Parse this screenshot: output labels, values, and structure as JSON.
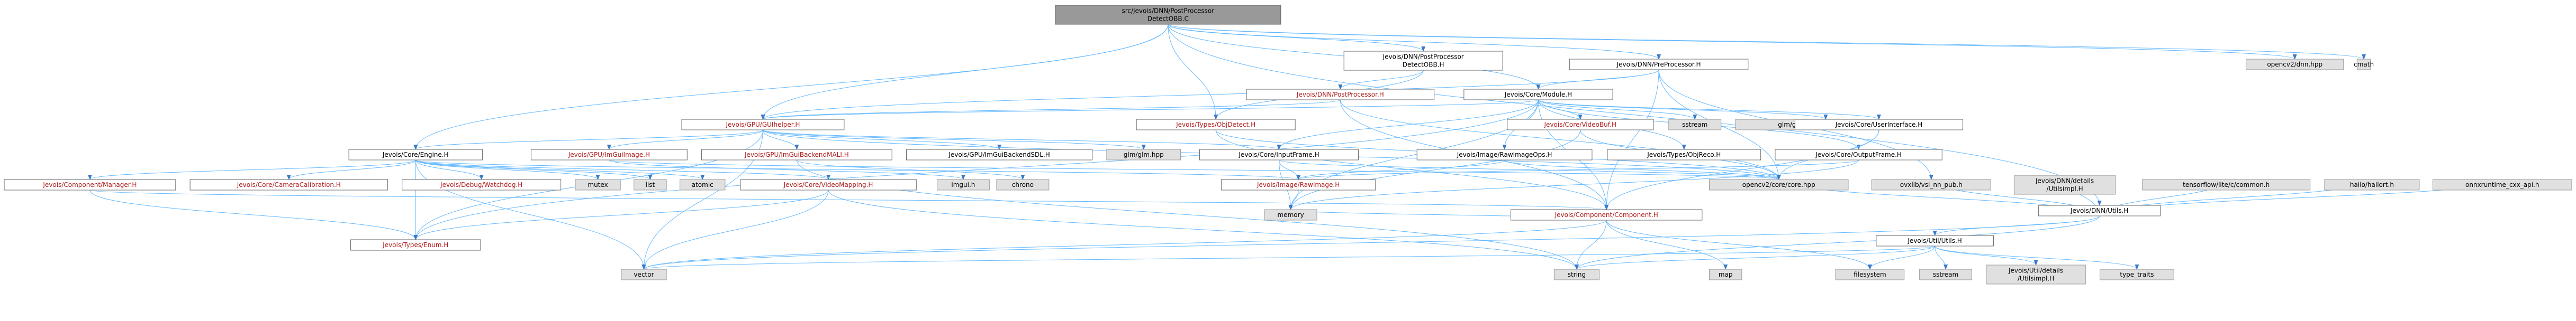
{
  "palette": {
    "root_fill": "#999999",
    "node_fill": "#ffffff",
    "external_fill": "#e0e0e0",
    "border": "#666666",
    "external_border": "#999999",
    "text": "#000000",
    "red_text": "#b31e1e",
    "edge": "#63b8ff",
    "arrow": "#3979c7"
  },
  "nodes": [
    {
      "id": "root",
      "label": [
        "src/Jevois/DNN/PostProcessor",
        "DetectOBB.C"
      ],
      "kind": "root"
    },
    {
      "id": "pp_obb_h",
      "label": [
        "Jevois/DNN/PostProcessor",
        "DetectOBB.H"
      ],
      "kind": "internal"
    },
    {
      "id": "preproc",
      "label": [
        "Jevois/DNN/PreProcessor.H"
      ],
      "kind": "internal"
    },
    {
      "id": "opencv_dnn",
      "label": [
        "opencv2/dnn.hpp"
      ],
      "kind": "external"
    },
    {
      "id": "cmath",
      "label": [
        "cmath"
      ],
      "kind": "external"
    },
    {
      "id": "postproc",
      "label": [
        "Jevois/DNN/PostProcessor.H"
      ],
      "kind": "red"
    },
    {
      "id": "module",
      "label": [
        "Jevois/Core/Module.H"
      ],
      "kind": "internal"
    },
    {
      "id": "dnn_utils",
      "label": [
        "Jevois/DNN/Utils.H"
      ],
      "kind": "internal"
    },
    {
      "id": "guihelper",
      "label": [
        "Jevois/GPU/GUIhelper.H"
      ],
      "kind": "red"
    },
    {
      "id": "objdetect",
      "label": [
        "Jevois/Types/ObjDetect.H"
      ],
      "kind": "red"
    },
    {
      "id": "videobuf",
      "label": [
        "Jevois/Core/VideoBuf.H"
      ],
      "kind": "red"
    },
    {
      "id": "sstream",
      "label": [
        "sstream"
      ],
      "kind": "external"
    },
    {
      "id": "glm_mt",
      "label": [
        "glm/gtc/matrix_transform.hpp"
      ],
      "kind": "external"
    },
    {
      "id": "userif",
      "label": [
        "Jevois/Core/UserInterface.H"
      ],
      "kind": "internal"
    },
    {
      "id": "engine",
      "label": [
        "Jevois/Core/Engine.H"
      ],
      "kind": "internal"
    },
    {
      "id": "imguiimage",
      "label": [
        "Jevois/GPU/ImGuiImage.H"
      ],
      "kind": "red"
    },
    {
      "id": "imguibackend",
      "label": [
        "Jevois/GPU/ImGuiBackendMALI.H"
      ],
      "kind": "red"
    },
    {
      "id": "imguisdl",
      "label": [
        "Jevois/GPU/ImGuiBackendSDL.H"
      ],
      "kind": "internal"
    },
    {
      "id": "glm",
      "label": [
        "glm/glm.hpp"
      ],
      "kind": "external"
    },
    {
      "id": "inputframe",
      "label": [
        "Jevois/Core/InputFrame.H"
      ],
      "kind": "internal"
    },
    {
      "id": "rawimageops",
      "label": [
        "Jevois/Image/RawImageOps.H"
      ],
      "kind": "internal"
    },
    {
      "id": "objreco",
      "label": [
        "Jevois/Types/ObjReco.H"
      ],
      "kind": "internal"
    },
    {
      "id": "outputframe",
      "label": [
        "Jevois/Core/OutputFrame.H"
      ],
      "kind": "internal"
    },
    {
      "id": "compmgr",
      "label": [
        "Jevois/Component/Manager.H"
      ],
      "kind": "red"
    },
    {
      "id": "camcal",
      "label": [
        "Jevois/Core/CameraCalibration.H"
      ],
      "kind": "red"
    },
    {
      "id": "watchdog",
      "label": [
        "Jevois/Debug/Watchdog.H"
      ],
      "kind": "red"
    },
    {
      "id": "mutex",
      "label": [
        "mutex"
      ],
      "kind": "external"
    },
    {
      "id": "list",
      "label": [
        "list"
      ],
      "kind": "external"
    },
    {
      "id": "atomic",
      "label": [
        "atomic"
      ],
      "kind": "external"
    },
    {
      "id": "videomap",
      "label": [
        "Jevois/Core/VideoMapping.H"
      ],
      "kind": "red"
    },
    {
      "id": "imgui",
      "label": [
        "imgui.h"
      ],
      "kind": "external"
    },
    {
      "id": "chrono",
      "label": [
        "chrono"
      ],
      "kind": "external"
    },
    {
      "id": "rawimage",
      "label": [
        "Jevois/Image/RawImage.H"
      ],
      "kind": "red"
    },
    {
      "id": "opencv_core",
      "label": [
        "opencv2/core/core.hpp"
      ],
      "kind": "external"
    },
    {
      "id": "ovxlib",
      "label": [
        "ovxlib/vsi_nn_pub.h"
      ],
      "kind": "external"
    },
    {
      "id": "dmndetails",
      "label": [
        "Jevois/DNN/details",
        "/Utilsimpl.H"
      ],
      "kind": "external"
    },
    {
      "id": "tflite",
      "label": [
        "tensorflow/lite/c/common.h"
      ],
      "kind": "external"
    },
    {
      "id": "hailort",
      "label": [
        "hailo/hailort.h"
      ],
      "kind": "external"
    },
    {
      "id": "onnx",
      "label": [
        "onnxruntime_cxx_api.h"
      ],
      "kind": "external"
    },
    {
      "id": "types_enum",
      "label": [
        "Jevois/Types/Enum.H"
      ],
      "kind": "red"
    },
    {
      "id": "memory",
      "label": [
        "memory"
      ],
      "kind": "external"
    },
    {
      "id": "component",
      "label": [
        "Jevois/Component/Component.H"
      ],
      "kind": "red"
    },
    {
      "id": "util_utils",
      "label": [
        "Jevois/Util/Utils.H"
      ],
      "kind": "internal"
    },
    {
      "id": "vector",
      "label": [
        "vector"
      ],
      "kind": "external"
    },
    {
      "id": "string",
      "label": [
        "string"
      ],
      "kind": "external"
    },
    {
      "id": "map",
      "label": [
        "map"
      ],
      "kind": "external"
    },
    {
      "id": "filesystem",
      "label": [
        "filesystem"
      ],
      "kind": "external"
    },
    {
      "id": "sstream2",
      "label": [
        "sstream"
      ],
      "kind": "external"
    },
    {
      "id": "utilsimpl",
      "label": [
        "Jevois/Util/details",
        "/Utilsimpl.H"
      ],
      "kind": "external"
    },
    {
      "id": "type_traits",
      "label": [
        "type_traits"
      ],
      "kind": "external"
    }
  ]
}
